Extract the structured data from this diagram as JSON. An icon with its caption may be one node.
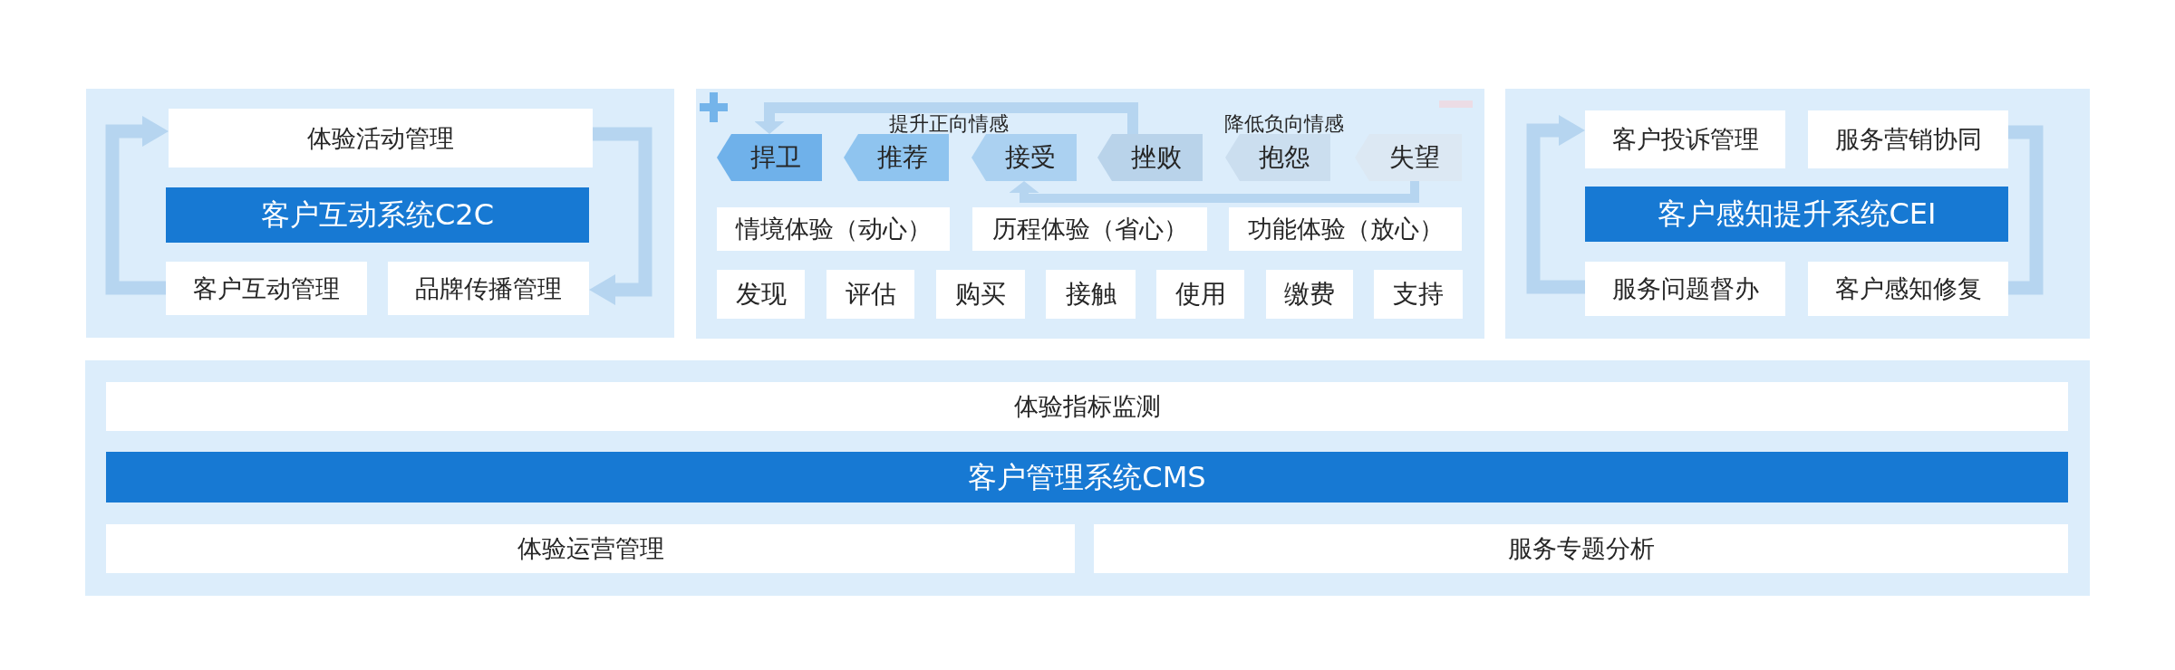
{
  "diagram": {
    "nodes": [
      {
        "text": [],
        "shape": "box"
      },
      {
        "text": [
          "体验活动管理"
        ],
        "in": 0
      },
      {
        "text": [
          "客户互动系统C2C"
        ],
        "in": 0
      },
      {
        "text": [
          "客户互动管理"
        ],
        "in": 0
      },
      {
        "text": [
          "品牌传播管理"
        ],
        "in": 0
      },
      {
        "text": [],
        "shape": "box"
      },
      {
        "text": [
          "捍卫"
        ],
        "in": 5
      },
      {
        "text": [
          "推荐"
        ],
        "in": 5
      },
      {
        "text": [
          "接受"
        ],
        "in": 5
      },
      {
        "text": [
          "挫败"
        ],
        "in": 5
      },
      {
        "text": [
          "抱怨"
        ],
        "in": 5
      },
      {
        "text": [
          "失望"
        ],
        "in": 5
      },
      {
        "text": [
          "情境体验（动心）"
        ],
        "in": 5
      },
      {
        "text": [
          "历程体验（省心）"
        ],
        "in": 5
      },
      {
        "text": [
          "功能体验（放心）"
        ],
        "in": 5
      },
      {
        "text": [
          "发现"
        ],
        "in": 5
      },
      {
        "text": [
          "评估"
        ],
        "in": 5
      },
      {
        "text": [
          "购买"
        ],
        "in": 5
      },
      {
        "text": [
          "接触"
        ],
        "in": 5
      },
      {
        "text": [
          "使用"
        ],
        "in": 5
      },
      {
        "text": [
          "缴费"
        ],
        "in": 5
      },
      {
        "text": [
          "支持"
        ],
        "in": 5
      },
      {
        "text": [],
        "shape": "box"
      },
      {
        "text": [
          "客户投诉管理"
        ],
        "in": 22
      },
      {
        "text": [
          "服务营销协同"
        ],
        "in": 22
      },
      {
        "text": [
          "客户感知提升系统CEI"
        ],
        "in": 22
      },
      {
        "text": [
          "服务问题督办"
        ],
        "in": 22
      },
      {
        "text": [
          "客户感知修复"
        ],
        "in": 22
      },
      {
        "text": [],
        "shape": "box"
      },
      {
        "text": [
          "体验指标监测"
        ],
        "in": 28
      },
      {
        "text": [
          "客户管理系统CMS"
        ],
        "in": 28
      },
      {
        "text": [
          "体验运营管理"
        ],
        "in": 28
      },
      {
        "text": [
          "服务专题分析"
        ],
        "in": 28
      }
    ],
    "edges": [
      {
        "from": 3,
        "to": 1,
        "arrow": "to"
      },
      {
        "from": 1,
        "to": 4,
        "arrow": "to"
      },
      {
        "from": 9,
        "to": 6,
        "arrow": "to"
      },
      {
        "from": 11,
        "to": 8,
        "arrow": "to"
      },
      {
        "from": 26,
        "to": 23,
        "arrow": "to"
      },
      {
        "from": 24,
        "to": 27,
        "arrow": "none"
      }
    ],
    "labels": [
      "提升正向情感",
      "降低负向情感"
    ]
  }
}
